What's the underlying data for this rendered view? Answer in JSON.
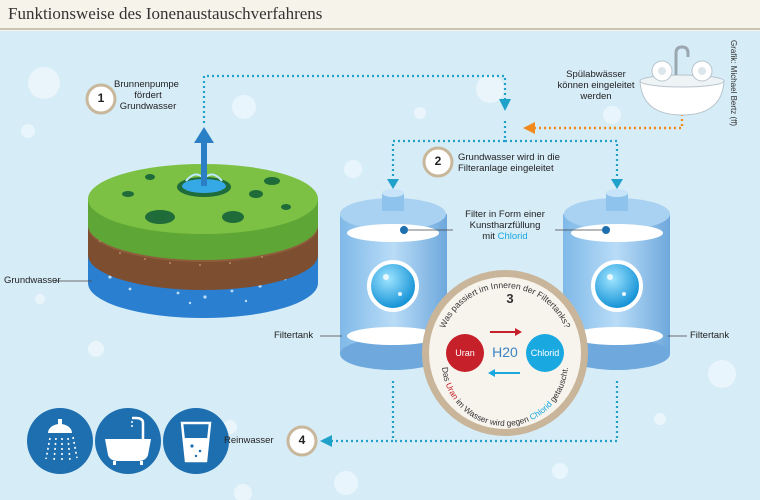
{
  "title": "Funktionsweise des Ionenaustauschverfahrens",
  "credit": "Grafik: Michael Bertz (ff)",
  "steps": [
    {
      "number": "1",
      "text_lines": [
        "Brunnenpumpe",
        "fördert",
        "Grundwasser"
      ]
    },
    {
      "number": "2",
      "text_lines": [
        "Grundwasser wird in die",
        "Filteranlage eingeleitet"
      ]
    },
    {
      "number": "3"
    },
    {
      "number": "4",
      "text": "Reinwasser"
    }
  ],
  "labels": {
    "grundwasser": "Grundwasser",
    "filtertank_left": "Filtertank",
    "filtertank_right": "Filtertank",
    "filter_lines": [
      "Filter in Form einer",
      "Kunstharzfüllung",
      "mit"
    ],
    "filter_highlight": "Chlorid",
    "spuelwasser_lines": [
      "Spülabwässer",
      "können eingeleitet",
      "werden"
    ]
  },
  "circle": {
    "question": "Was passiert im Inneren der Filtertanks?",
    "answer_pre": "Das ",
    "answer_uran": "Uran",
    "answer_mid": " im Wasser wird gegen ",
    "answer_chlorid": "Chlorid",
    "answer_post": " getauscht.",
    "uran": "Uran",
    "chlorid": "Chlorid",
    "h2o": "H20"
  },
  "colors": {
    "background": "#d6ecf7",
    "dotted_blue": "#1fa1c9",
    "dotted_orange": "#f08a1c",
    "uran_red": "#c6202b",
    "chlorid_blue": "#19a8df",
    "icon_blue": "#1d6fb0",
    "grass": "#7cc144",
    "soil": "#8a5a3a",
    "water_layer": "#2a7fd0"
  },
  "icons": [
    "shower-icon",
    "bathtub-icon",
    "drinking-glass-icon",
    "sink-icon",
    "water-fountain-icon"
  ]
}
